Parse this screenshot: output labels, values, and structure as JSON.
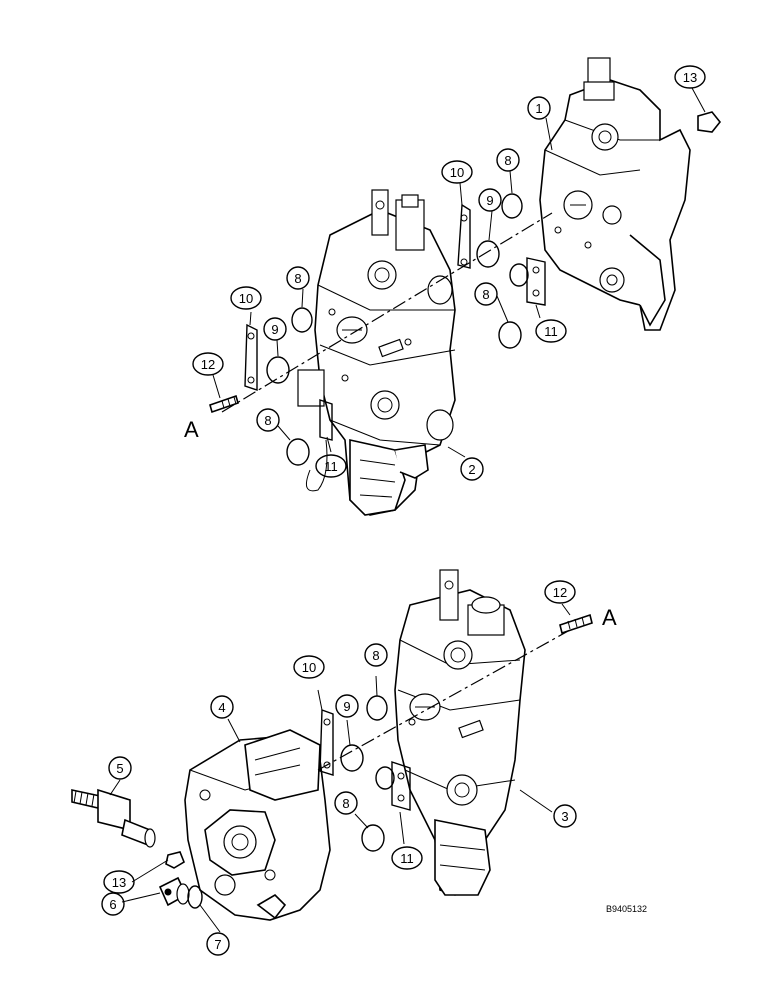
{
  "diagram": {
    "callouts": {
      "c1": "1",
      "c2": "2",
      "c3": "3",
      "c4": "4",
      "c5": "5",
      "c6": "6",
      "c7": "7",
      "c8a": "8",
      "c8b": "8",
      "c8c": "8",
      "c8d": "8",
      "c8e": "8",
      "c8f": "8",
      "c9a": "9",
      "c9b": "9",
      "c9c": "9",
      "c10a": "10",
      "c10b": "10",
      "c10c": "10",
      "c11a": "11",
      "c11b": "11",
      "c11c": "11",
      "c12a": "12",
      "c12b": "12",
      "c13a": "13",
      "c13b": "13"
    },
    "section_marks": {
      "a_top": "A",
      "a_bottom": "A"
    },
    "figure_code": "B9405132"
  }
}
